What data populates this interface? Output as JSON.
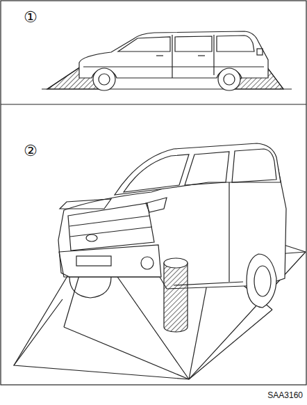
{
  "diagram": {
    "labels": [
      "①",
      "②",
      "SAA3160"
    ]
  }
}
